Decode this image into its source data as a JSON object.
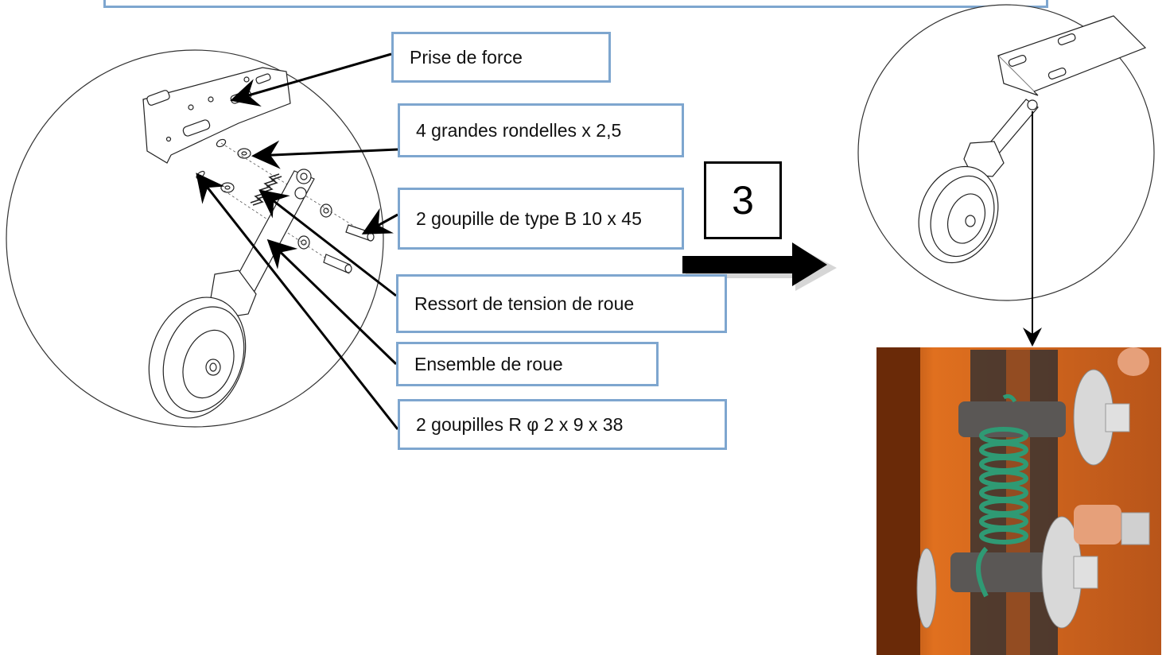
{
  "labels": {
    "prise_de_force": "Prise de force",
    "rondelles": "4 grandes rondelles x 2,5",
    "goupille_b": "2 goupille de type B 10 x 45",
    "ressort": "Ressort de tension de roue",
    "ensemble_roue": "Ensemble de roue",
    "goupilles_r": "2 goupilles R φ 2 x 9 x 38"
  },
  "step_number": "3",
  "colors": {
    "label_border": "#7ea6cf",
    "photo_orange": "#d9631c",
    "spring_green": "#2f9a74"
  }
}
